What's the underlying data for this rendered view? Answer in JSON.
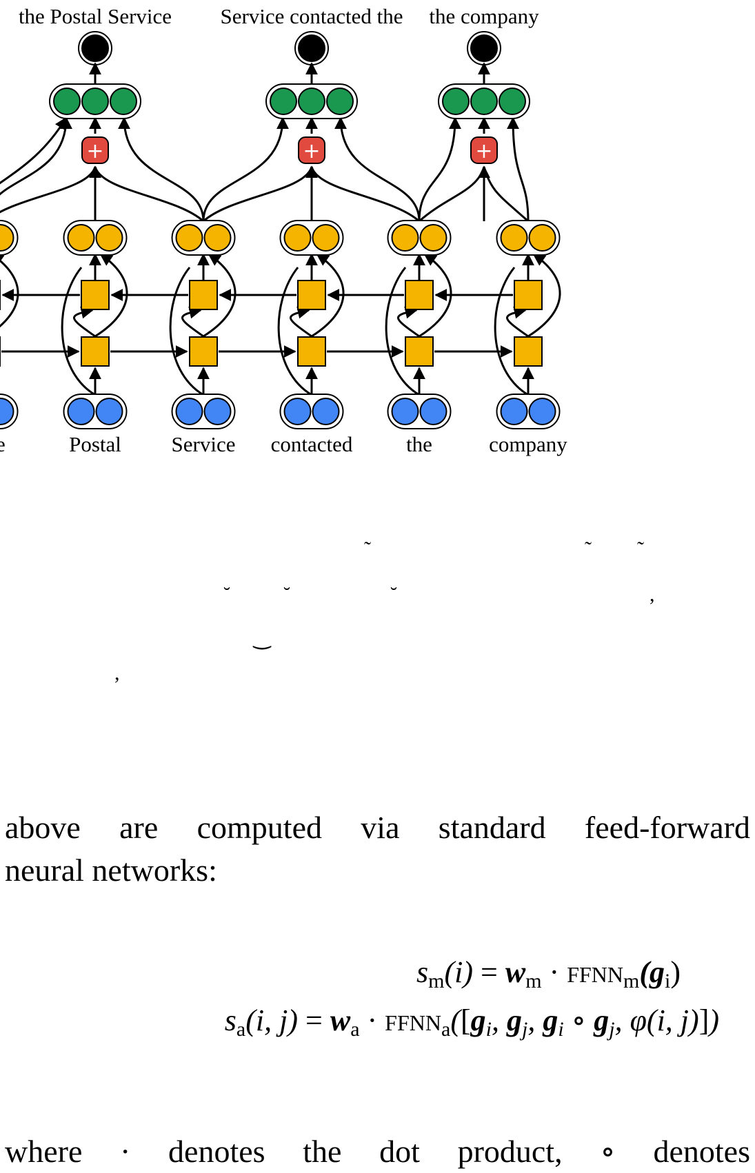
{
  "figure": {
    "span_labels": [
      "the Postal Service",
      "Service contacted the",
      "the company"
    ],
    "token_labels": [
      "Postal",
      "Service",
      "contacted",
      "the",
      "company"
    ],
    "left_token_fragment": "e",
    "add_symbol": "+",
    "colors": {
      "output_node": "#000000",
      "span_node": "#1a9850",
      "add_node": "#e04a3f",
      "hidden_node": "#f4b400",
      "lstm_cell": "#f4b400",
      "embedding_node": "#4285f4"
    }
  },
  "text": {
    "para1_line1": "above are computed via standard feed-forward",
    "para1_line2": "neural networks:",
    "eq1": {
      "lhs_s": "s",
      "lhs_sub": "m",
      "lhs_arg": "(i)",
      "eq": " = ",
      "w": "w",
      "w_sub": "m",
      "dot": " · ",
      "ffnn": "FFNN",
      "ffnn_sub": "m",
      "arg": "(g",
      "arg_sub": "i",
      "close": ")"
    },
    "eq2": {
      "lhs_s": "s",
      "lhs_sub": "a",
      "lhs_arg": "(i, j)",
      "eq": " = ",
      "w": "w",
      "w_sub": "a",
      "dot": " · ",
      "ffnn": "FFNN",
      "ffnn_sub": "a",
      "rest": "([g_i, g_j, g_i ∘ g_j, φ(i, j)])"
    },
    "para2_line1": "where · denotes the dot product, ∘ denotes"
  }
}
